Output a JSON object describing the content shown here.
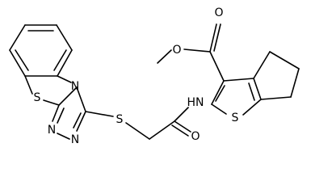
{
  "molecule": {
    "atom_labels": {
      "methoxy_oxygen": "O",
      "carbonyl_oxygen_ester": "O",
      "amide_nitrogen": "HN",
      "thiophene_sulfur": "S",
      "linker_sulfur": "S",
      "benzothiazole_sulfur": "S",
      "triazole_nitrogen_a": "N",
      "triazole_nitrogen_b": "N",
      "triazole_nitrogen_bridge": "N",
      "carbonyl_oxygen_amide": "O"
    }
  },
  "colors": {
    "bond": "#000000",
    "label": "#000000",
    "background": "#ffffff"
  }
}
